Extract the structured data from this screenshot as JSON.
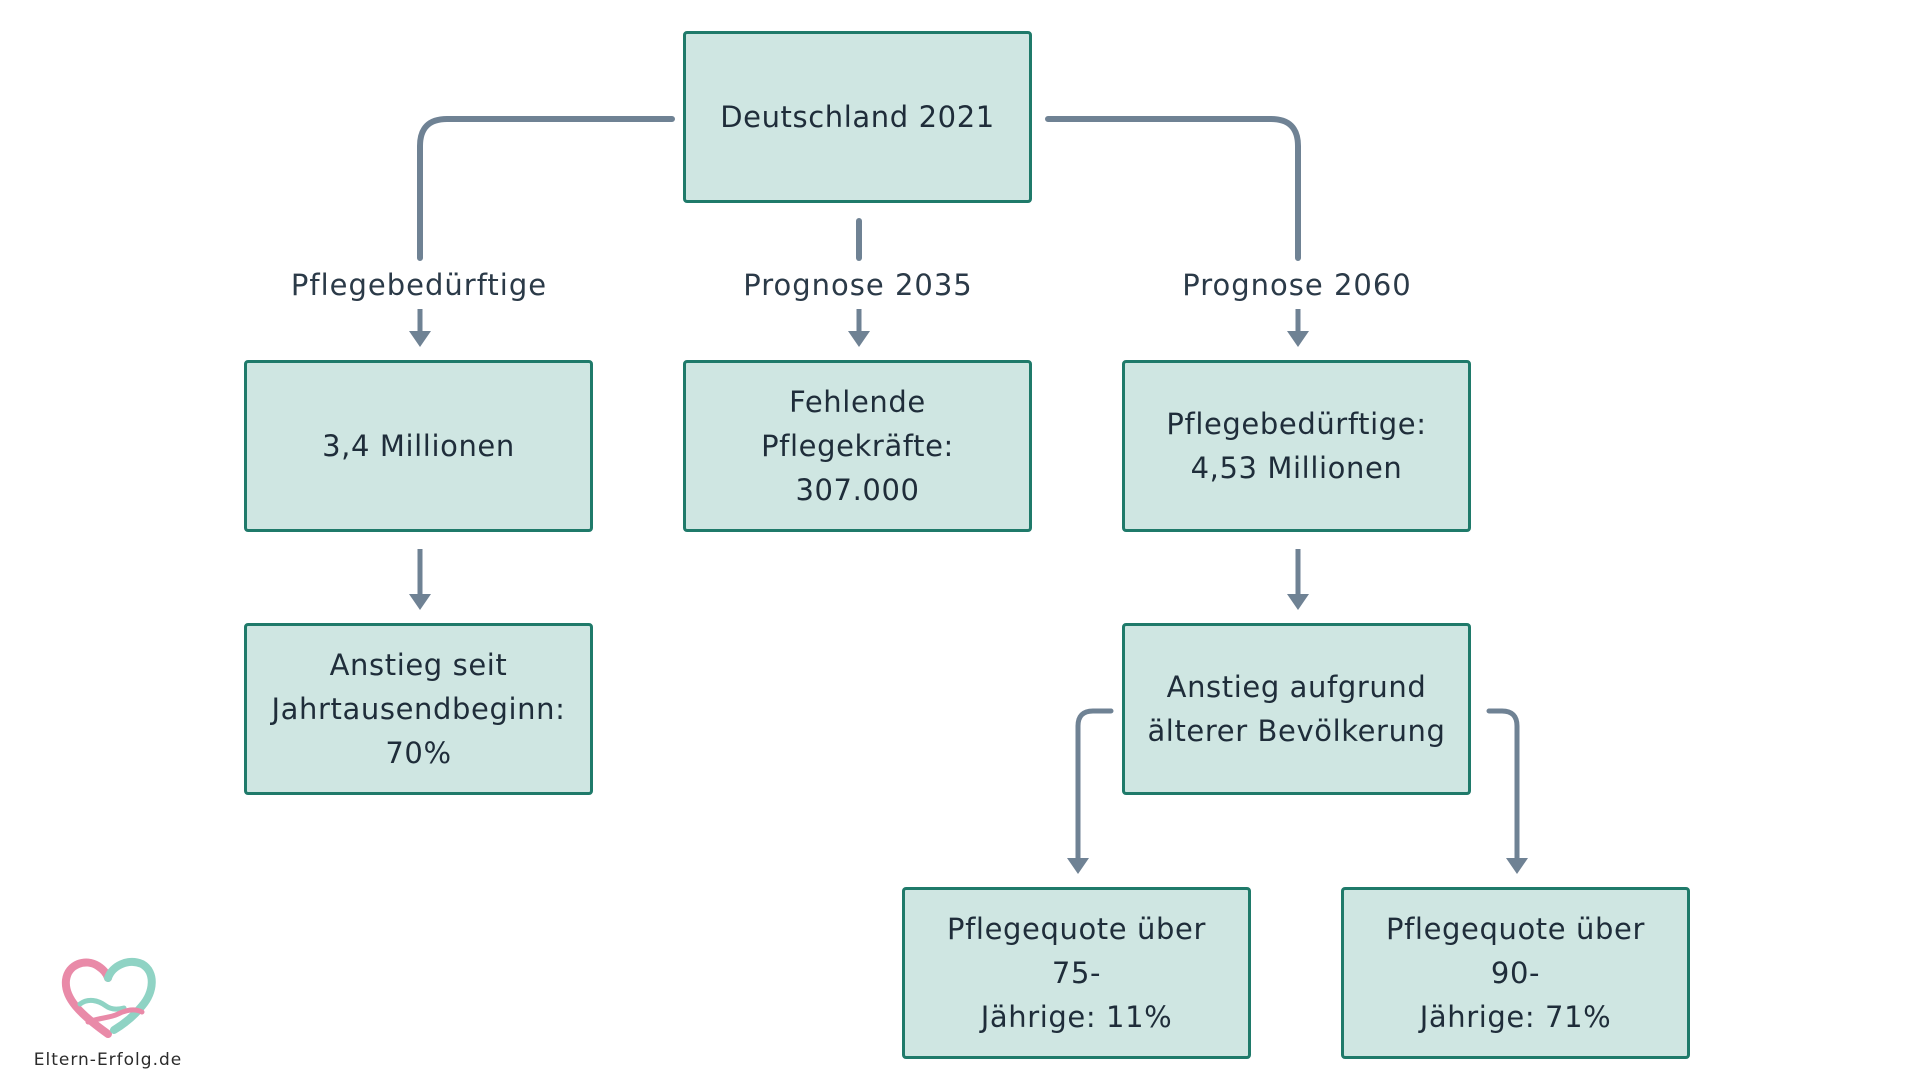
{
  "colors": {
    "box_fill": "#cfe6e2",
    "box_border": "#1f7a6a",
    "connector": "#6f8294",
    "text": "#1f2d3a"
  },
  "diagram": {
    "root": {
      "text": "Deutschland 2021"
    },
    "branches": {
      "left": {
        "label": "Pflegebedürftige"
      },
      "mid": {
        "label": "Prognose 2035"
      },
      "right": {
        "label": "Prognose 2060"
      }
    },
    "nodes": {
      "left_value": {
        "text": "3,4 Millionen"
      },
      "left_detail": {
        "lines": [
          "Anstieg seit",
          "Jahrtausendbeginn:",
          "70%"
        ]
      },
      "mid_value": {
        "lines": [
          "Fehlende",
          "Pflegekräfte: 307.000"
        ]
      },
      "right_value": {
        "lines": [
          "Pflegebedürftige:",
          "4,53 Millionen"
        ]
      },
      "right_detail": {
        "lines": [
          "Anstieg aufgrund",
          "älterer Bevölkerung"
        ]
      },
      "quota_75": {
        "lines": [
          "Pflegequote über 75-",
          "Jährige: 11%"
        ]
      },
      "quota_90": {
        "lines": [
          "Pflegequote über 90-",
          "Jährige: 71%"
        ]
      }
    }
  },
  "logo": {
    "text": "Eltern-Erfolg.de",
    "icon": "heart-hands-icon"
  }
}
